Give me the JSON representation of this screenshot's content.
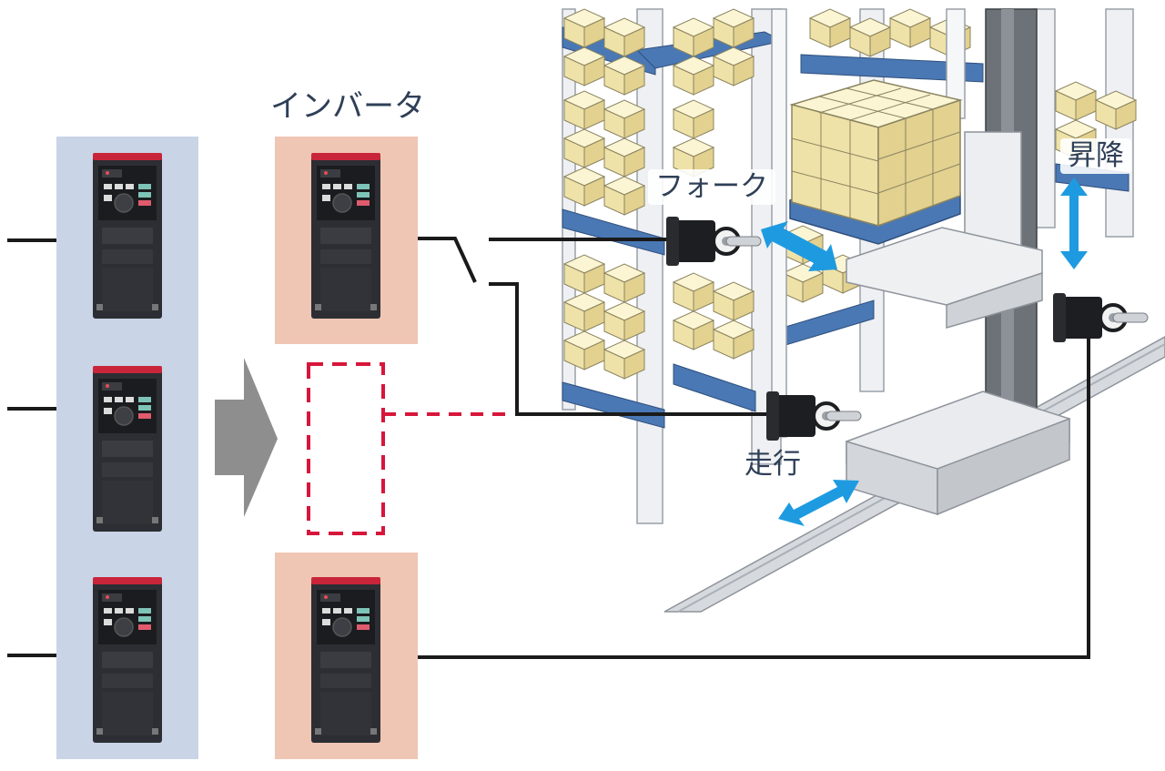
{
  "labels": {
    "inverter": "インバータ",
    "fork": "フォーク",
    "lift": "昇降",
    "travel": "走行"
  },
  "colors": {
    "source_panel_bg": "#c9d4e6",
    "inverter_panel_bg": "#efc6b3",
    "dashed_outline": "#d7163a",
    "arrow_blue": "#1e9be0",
    "wire": "#1a1a1a",
    "shelf_blue": "#4a78b4",
    "box_cream": "#f5ecbd"
  },
  "icons": [
    "inverter-icon",
    "servo-motor-icon",
    "double-arrow-icon",
    "transition-arrow-icon"
  ]
}
